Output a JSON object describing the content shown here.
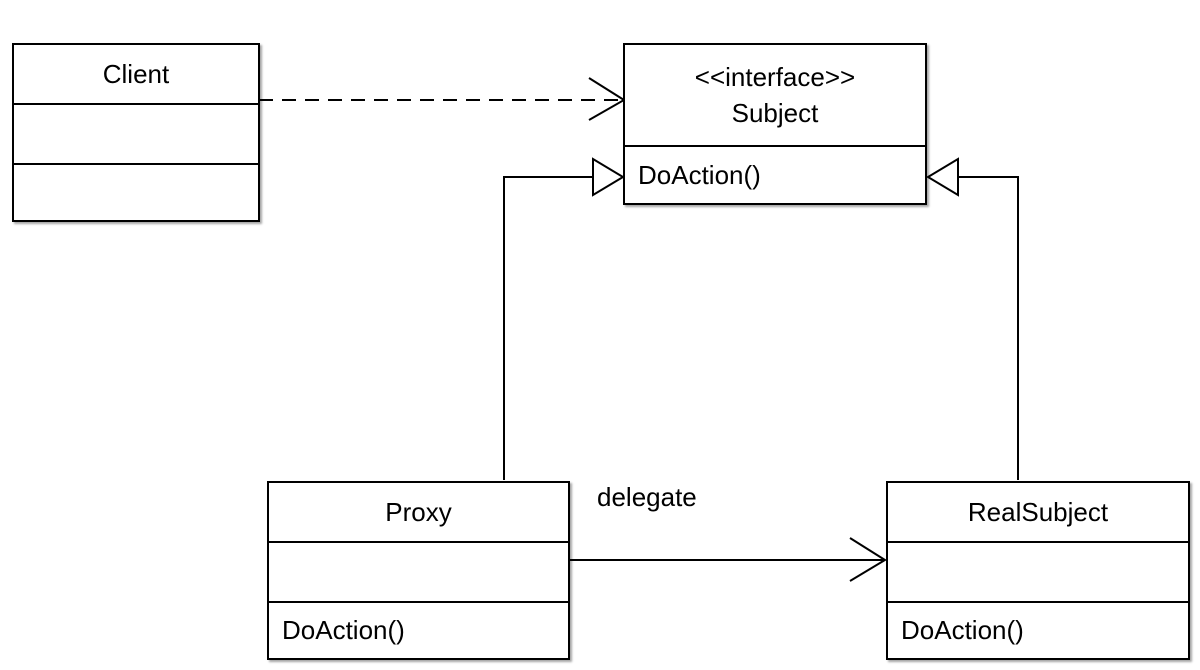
{
  "classes": {
    "client": {
      "name": "Client",
      "attributes": "",
      "operations": ""
    },
    "subject": {
      "stereotype": "<<interface>>",
      "name": "Subject",
      "operations": "DoAction()"
    },
    "proxy": {
      "name": "Proxy",
      "attributes": "",
      "operations": "DoAction()"
    },
    "real_subject": {
      "name": "RealSubject",
      "attributes": "",
      "operations": "DoAction()"
    }
  },
  "relations": {
    "client_to_subject": {
      "type": "dependency",
      "style": "dashed-open-arrow"
    },
    "proxy_to_subject": {
      "type": "realization",
      "style": "solid-hollow-triangle"
    },
    "real_subject_to_subject": {
      "type": "realization",
      "style": "solid-hollow-triangle"
    },
    "proxy_to_real_subject": {
      "type": "association",
      "style": "solid-open-arrow",
      "label": "delegate"
    }
  },
  "colors": {
    "line": "#000000",
    "background": "#ffffff"
  }
}
